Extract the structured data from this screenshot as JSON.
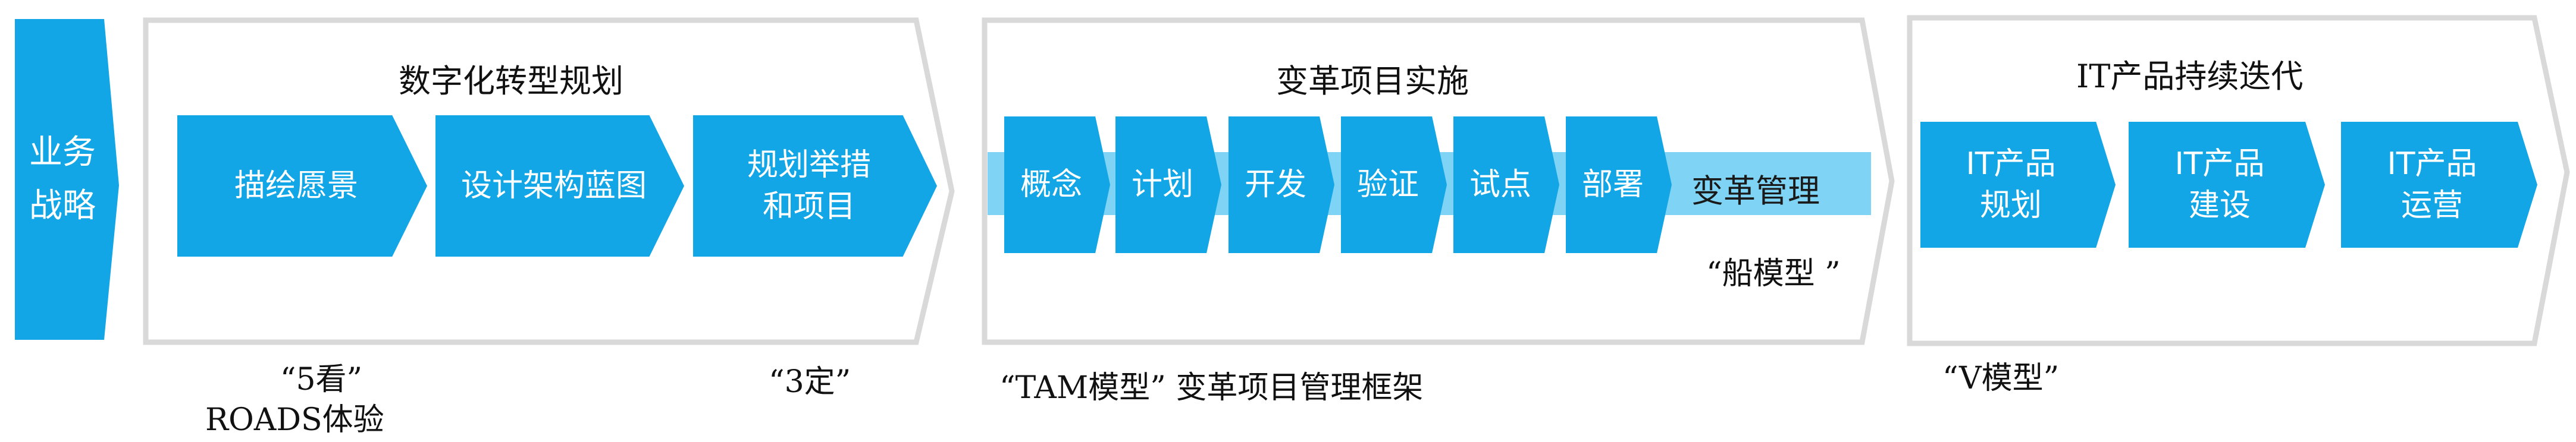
{
  "left_tab": {
    "line1": "业务",
    "line2": "战略"
  },
  "panels": [
    {
      "title": "数字化转型规划",
      "steps": [
        {
          "lines": [
            "描绘愿景"
          ]
        },
        {
          "lines": [
            "设计架构蓝图"
          ]
        },
        {
          "lines": [
            "规划举措",
            "和项目"
          ]
        }
      ],
      "notes": [
        {
          "lines": [
            "“5看”",
            "ROADS体验"
          ]
        },
        {
          "lines": [
            "“3定”"
          ]
        }
      ]
    },
    {
      "title": "变革项目实施",
      "steps": [
        {
          "lines": [
            "概念"
          ]
        },
        {
          "lines": [
            "计划"
          ]
        },
        {
          "lines": [
            "开发"
          ]
        },
        {
          "lines": [
            "验证"
          ]
        },
        {
          "lines": [
            "试点"
          ]
        },
        {
          "lines": [
            "部署"
          ]
        }
      ],
      "band_label": "变革管理",
      "inner_note": "“船模型 ”",
      "note": "“TAM模型”  变革项目管理框架"
    },
    {
      "title": "IT产品持续迭代",
      "steps": [
        {
          "lines": [
            "IT产品",
            "规划"
          ]
        },
        {
          "lines": [
            "IT产品",
            "建设"
          ]
        },
        {
          "lines": [
            "IT产品",
            "运营"
          ]
        }
      ],
      "note": "“V模型”"
    }
  ],
  "colors": {
    "primary": "#12a6e6",
    "band": "#7fd4f6",
    "outline": "#d9d9d9",
    "text_white": "#ffffff",
    "text_dark": "#111111"
  }
}
